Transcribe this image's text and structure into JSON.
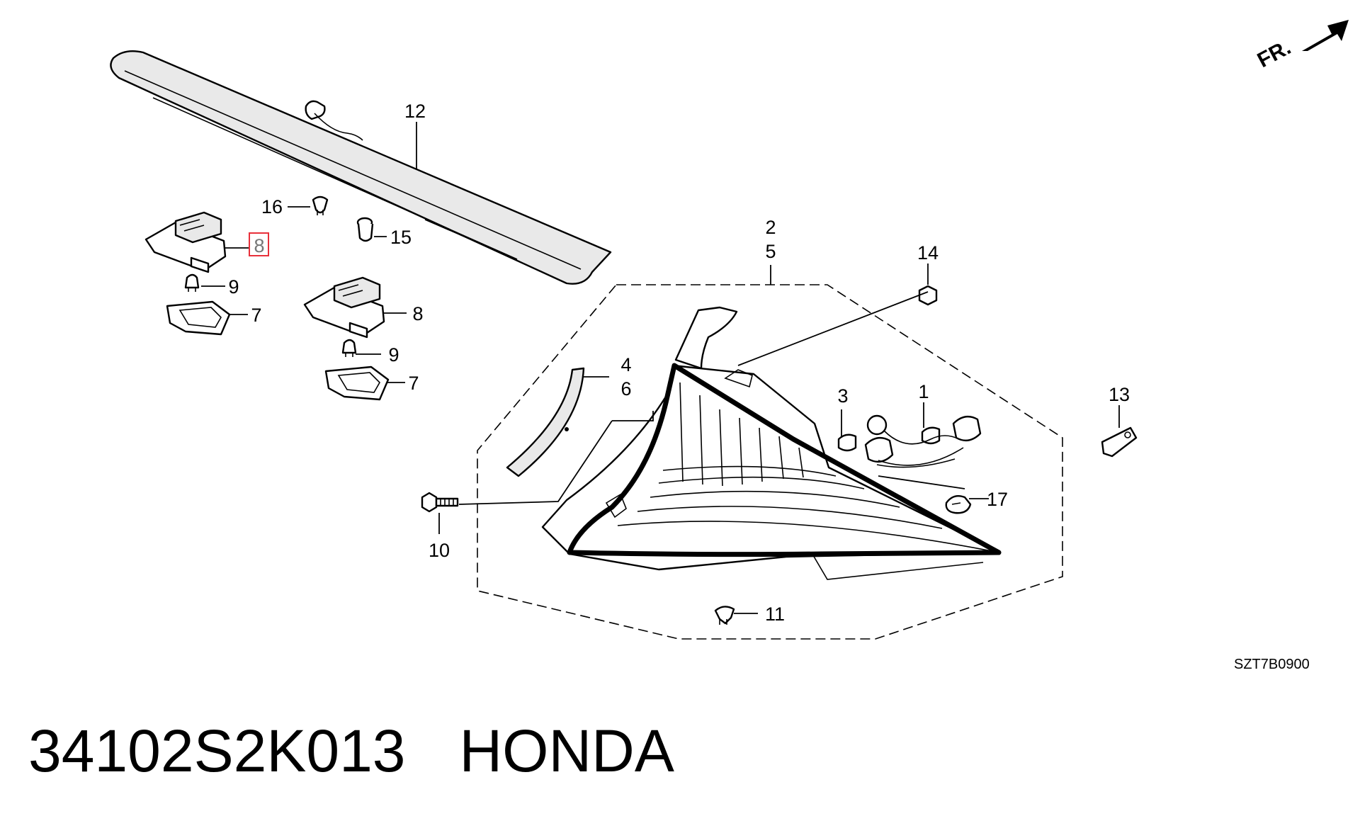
{
  "diagram": {
    "callouts": [
      {
        "id": "c1",
        "label": "1"
      },
      {
        "id": "c2",
        "label": "2"
      },
      {
        "id": "c3",
        "label": "3"
      },
      {
        "id": "c4",
        "label": "4"
      },
      {
        "id": "c5",
        "label": "5"
      },
      {
        "id": "c6",
        "label": "6"
      },
      {
        "id": "c7a",
        "label": "7"
      },
      {
        "id": "c7b",
        "label": "7"
      },
      {
        "id": "c8a",
        "label": "8",
        "highlighted": true
      },
      {
        "id": "c8b",
        "label": "8"
      },
      {
        "id": "c9a",
        "label": "9"
      },
      {
        "id": "c9b",
        "label": "9"
      },
      {
        "id": "c10",
        "label": "10"
      },
      {
        "id": "c11",
        "label": "11"
      },
      {
        "id": "c12",
        "label": "12"
      },
      {
        "id": "c13",
        "label": "13"
      },
      {
        "id": "c14",
        "label": "14"
      },
      {
        "id": "c15",
        "label": "15"
      },
      {
        "id": "c16",
        "label": "16"
      },
      {
        "id": "c17",
        "label": "17"
      }
    ],
    "orientation_label": "FR.",
    "diagram_code": "SZT7B0900",
    "highlight_color": "#e8303a"
  },
  "caption": {
    "part_number": "34102S2K013",
    "brand": "HONDA"
  }
}
